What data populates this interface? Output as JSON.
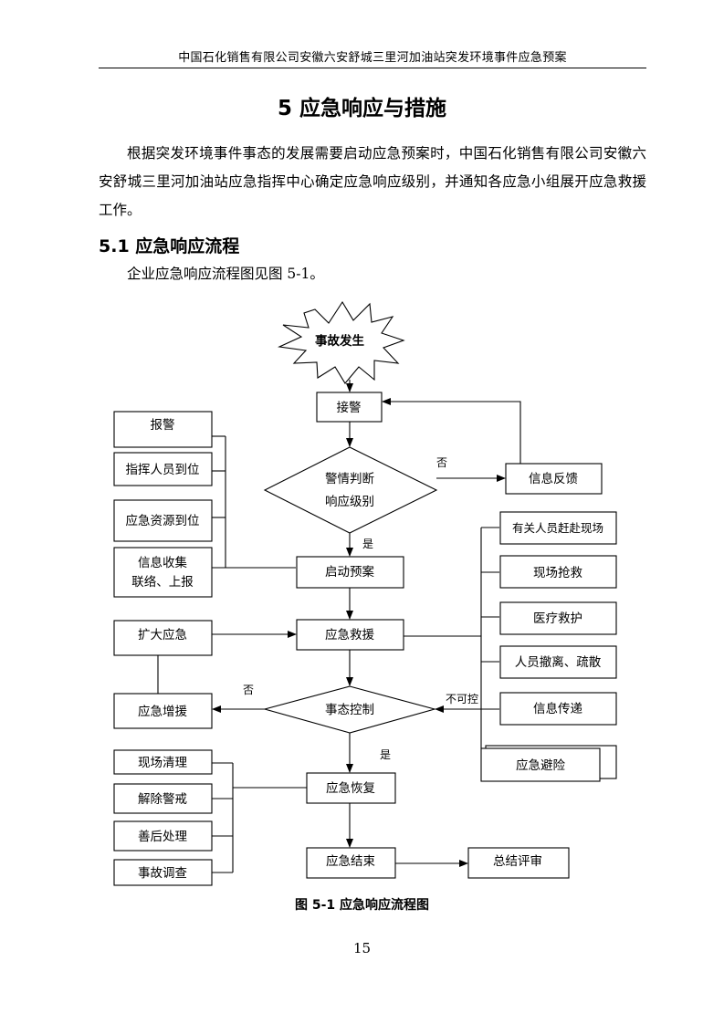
{
  "header": {
    "text": "中国石化销售有限公司安徽六安舒城三里河加油站突发环境事件应急预案"
  },
  "chapter_title": "5 应急响应与措施",
  "intro_paragraph": "根据突发环境事件事态的发展需要启动应急预案时，中国石化销售有限公司安徽六安舒城三里河加油站应急指挥中心确定应急响应级别，并通知各应急小组展开应急救援工作。",
  "section": {
    "heading": "5.1 应急响应流程",
    "reference_text": "企业应急响应流程图见图 5-1。"
  },
  "flowchart": {
    "start": "事故发生",
    "receive_alarm": "接警",
    "judge_line1": "警情判断",
    "judge_line2": "响应级别",
    "no_label_1": "否",
    "feedback": "信息反馈",
    "yes_label_1": "是",
    "start_plan": "启动预案",
    "left_group_1": [
      "报警",
      "指挥人员到位",
      "应急资源到位"
    ],
    "info_collect_line1": "信息收集",
    "info_collect_line2": "联络、上报",
    "right_group": [
      "有关人员赶赴现场",
      "现场抢救",
      "医疗救护",
      "人员撤离、疏散",
      "信息传递",
      "应急避险"
    ],
    "rescue": "应急救援",
    "expand": "扩大应急",
    "reinforce": "应急增援",
    "control": "事态控制",
    "no_label_2": "否",
    "uncontrollable_label": "不可控",
    "yes_label_2": "是",
    "recovery": "应急恢复",
    "left_group_2": [
      "现场清理",
      "解除警戒",
      "善后处理",
      "事故调查"
    ],
    "end": "应急结束",
    "review": "总结评审"
  },
  "figure_caption": "图 5-1  应急响应流程图",
  "page_number": "15"
}
